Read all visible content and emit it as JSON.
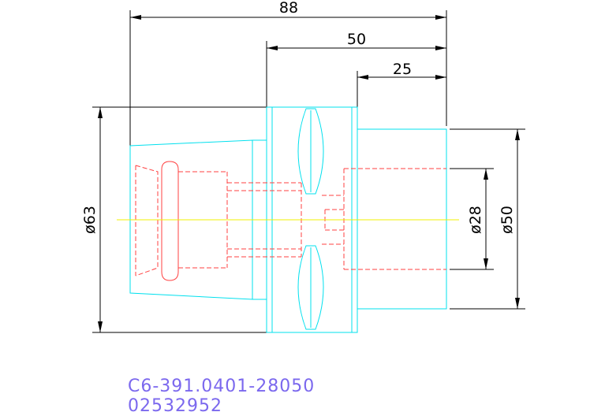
{
  "dimensions": {
    "overall_length": "88",
    "mid_length": "50",
    "shank_length": "25",
    "flange_diameter": "ø63",
    "bore_diameter": "ø28",
    "shank_diameter": "ø50"
  },
  "part": {
    "code": "C6-391.0401-28050",
    "number": "02532952"
  },
  "colors": {
    "outline": "#00e0ee",
    "hidden": "#ff4040",
    "centerline": "#f0f000",
    "dimension": "#000000",
    "label": "#7b68ee"
  }
}
